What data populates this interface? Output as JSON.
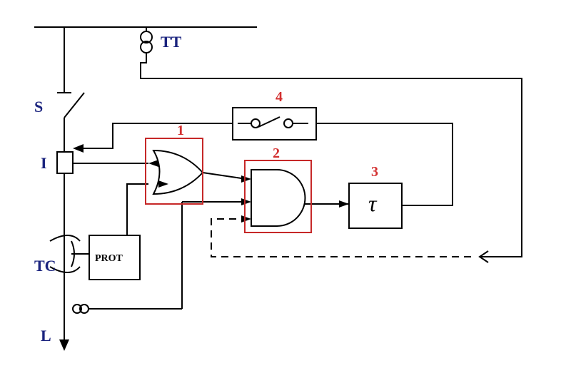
{
  "labels": {
    "tt": "TT",
    "s": "S",
    "i": "I",
    "tc": "TC",
    "l": "L",
    "prot": "PROT",
    "tau": "τ",
    "n1": "1",
    "n2": "2",
    "n3": "3",
    "n4": "4"
  },
  "colors": {
    "line": "#000000",
    "label_blue": "#1a237e",
    "number_red": "#d32f2f",
    "highlight_box": "#c62828"
  }
}
